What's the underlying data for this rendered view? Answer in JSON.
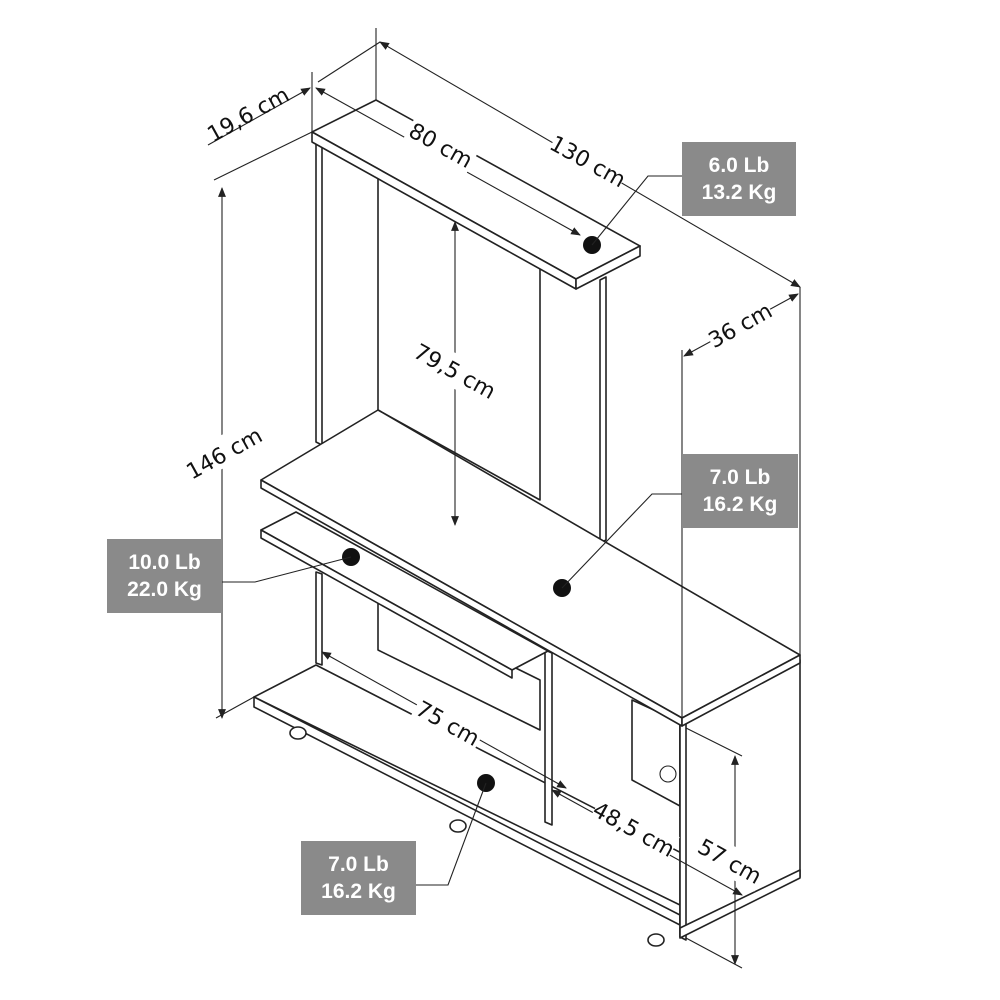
{
  "dimensions": {
    "depth_top": "19,6 cm",
    "width_total": "130 cm",
    "width_top": "80 cm",
    "height_total": "146 cm",
    "height_top": "79,5 cm",
    "depth_main": "36 cm",
    "width_shelf": "75 cm",
    "depth_shelf": "48,5 cm",
    "height_cabinet": "57 cm"
  },
  "weights": {
    "top": {
      "lb": "6.0 Lb",
      "kg": "13.2 Kg"
    },
    "middle": {
      "lb": "7.0 Lb",
      "kg": "16.2 Kg"
    },
    "keyboard": {
      "lb": "10.0 Lb",
      "kg": "22.0 Kg"
    },
    "bottom": {
      "lb": "7.0 Lb",
      "kg": "16.2 Kg"
    }
  },
  "colors": {
    "label_box": "#8a8a8a",
    "label_text": "#ffffff",
    "line": "#222222"
  }
}
